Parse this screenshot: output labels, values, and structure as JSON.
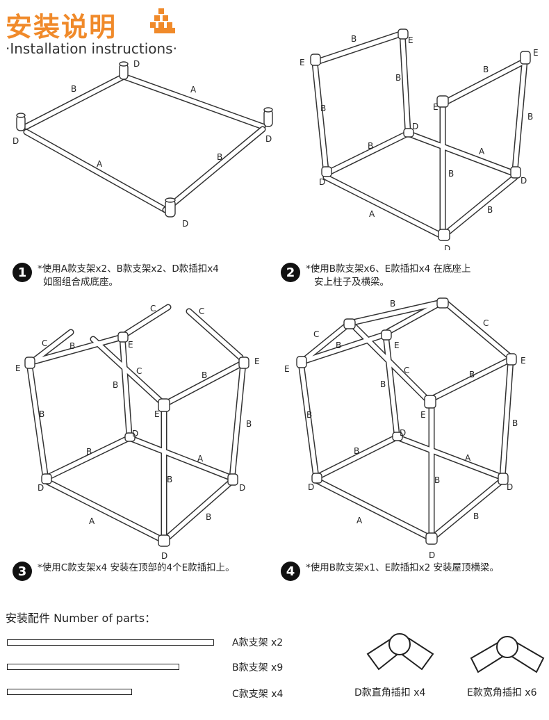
{
  "header": {
    "title": "安装说明",
    "subtitle": "·Installation instructions·"
  },
  "colors": {
    "accent": "#f08a2a",
    "ink": "#222222"
  },
  "labels": {
    "A": "A",
    "B": "B",
    "C": "C",
    "D": "D",
    "E": "E"
  },
  "steps": [
    {
      "num": "1",
      "line1": "*使用A款支架x2、B款支架x2、D款插扣x4",
      "line2": "如图组合成底座。"
    },
    {
      "num": "2",
      "line1": "*使用B款支架x6、E款插扣x4 在底座上",
      "line2": "安上柱子及横梁。"
    },
    {
      "num": "3",
      "line1": "*使用C款支架x4 安装在顶部的4个E款插扣上。",
      "line2": ""
    },
    {
      "num": "4",
      "line1": "*使用B款支架x1、E款插扣x2 安装屋顶横梁。",
      "line2": ""
    }
  ],
  "parts": {
    "title": "安装配件 Number of parts：",
    "a": "A款支架  x2",
    "b": "B款支架  x9",
    "c": "C款支架  x4",
    "d": "D款直角插扣  x4",
    "e": "E款宽角插扣  x6"
  }
}
